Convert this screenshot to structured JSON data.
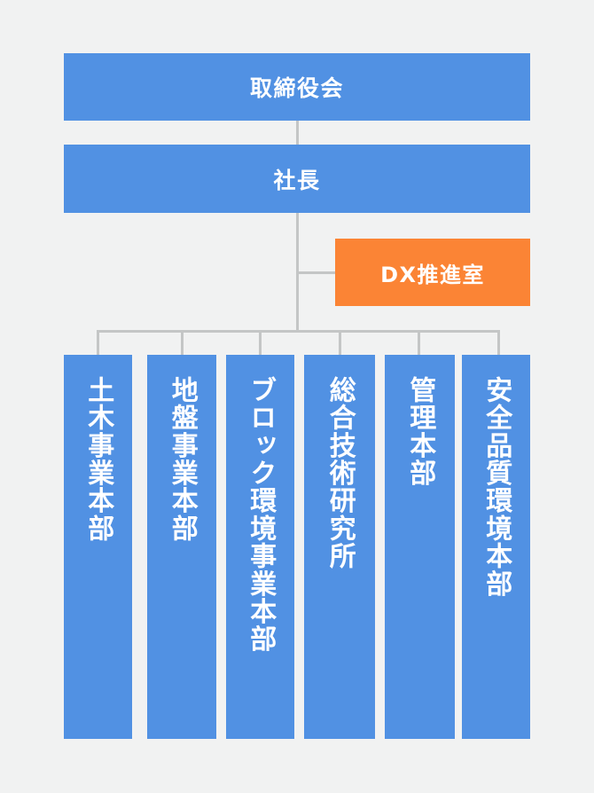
{
  "colors": {
    "background": "#f1f2f2",
    "node_blue": "#5191e3",
    "node_orange": "#fb8435",
    "connector": "#c4c6c6",
    "label_text": "#ffffff"
  },
  "chart_title": "",
  "nodes": {
    "board": {
      "label": "取締役会",
      "color": "#5191e3"
    },
    "president": {
      "label": "社長",
      "color": "#5191e3"
    },
    "dx_office": {
      "label": "DX推進室",
      "color": "#fb8435"
    }
  },
  "divisions": [
    {
      "label": "土木事業本部"
    },
    {
      "label": "地盤事業本部"
    },
    {
      "label": "ブロック環境事業本部"
    },
    {
      "label": "総合技術研究所"
    },
    {
      "label": "管理本部"
    },
    {
      "label": "安全品質環境本部"
    }
  ]
}
